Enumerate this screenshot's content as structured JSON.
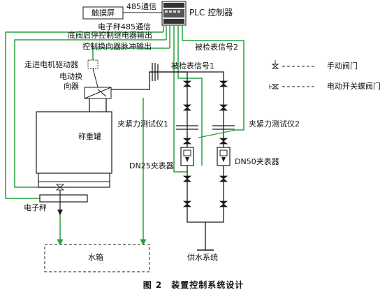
{
  "labels": {
    "touchscreen": "触摸屏",
    "rs485_top": "485通信",
    "plc": "PLC 控制器",
    "scale_485": "电子秤485通信",
    "bottom_valve_relay": "底阀启停控制继电器输出",
    "reverser_pulse": "控制换向器脉冲输出",
    "motor_driver": "走进电机驱动器",
    "reverser_line1": "电动换",
    "reverser_line2": "向器",
    "tank": "称重罐",
    "scale": "电子秤",
    "water_tank": "水箱",
    "water_supply": "供水系统",
    "meter_signal_1": "被检表信号1",
    "meter_signal_2": "被检表信号2",
    "clamp_tester_1": "夹紧力测试仪1",
    "clamp_tester_2": "夹紧力测试仪2",
    "dn25": "DN25夹表器",
    "dn50": "DN50夹表器",
    "legend_manual": "手动阀门",
    "legend_electric": "电动开关蝶阀门"
  },
  "caption": "图 2　装置控制系统设计",
  "colors": {
    "line": "#1a1a1a",
    "signal": "#22a33a"
  }
}
